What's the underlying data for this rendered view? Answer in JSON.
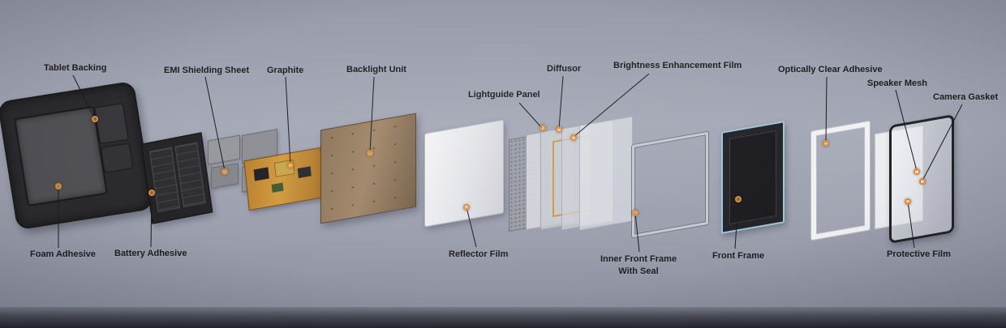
{
  "diagram": {
    "type": "exploded-view",
    "subject": "Tablet display assembly layers"
  },
  "colors": {
    "background_top": "#989baa",
    "background_bottom": "#8b8e9d",
    "marker_orange": "#e8882a",
    "label_text": "#1c1c1e",
    "leader_line": "#1b1b1d",
    "backlight_bronze": "#967d60",
    "front_frame_blue": "#9cc6da"
  },
  "labels": [
    {
      "id": "tablet-backing",
      "text": "Tablet Backing"
    },
    {
      "id": "emi-shielding-sheet",
      "text": "EMI Shielding Sheet"
    },
    {
      "id": "graphite",
      "text": "Graphite"
    },
    {
      "id": "backlight-unit",
      "text": "Backlight Unit"
    },
    {
      "id": "lightguide-panel",
      "text": "Lightguide Panel"
    },
    {
      "id": "diffusor",
      "text": "Diffusor"
    },
    {
      "id": "brightness-enhancement-film",
      "text": "Brightness Enhancement Film"
    },
    {
      "id": "optically-clear-adhesive",
      "text": "Optically Clear Adhesive"
    },
    {
      "id": "speaker-mesh",
      "text": "Speaker Mesh"
    },
    {
      "id": "camera-gasket",
      "text": "Camera Gasket"
    },
    {
      "id": "foam-adhesive",
      "text": "Foam Adhesive"
    },
    {
      "id": "battery-adhesive",
      "text": "Battery Adhesive"
    },
    {
      "id": "reflector-film",
      "text": "Reflector Film"
    },
    {
      "id": "inner-front-frame-with-seal",
      "text": "Inner Front Frame With Seal"
    },
    {
      "id": "front-frame",
      "text": "Front Frame"
    },
    {
      "id": "protective-film",
      "text": "Protective Film"
    }
  ]
}
